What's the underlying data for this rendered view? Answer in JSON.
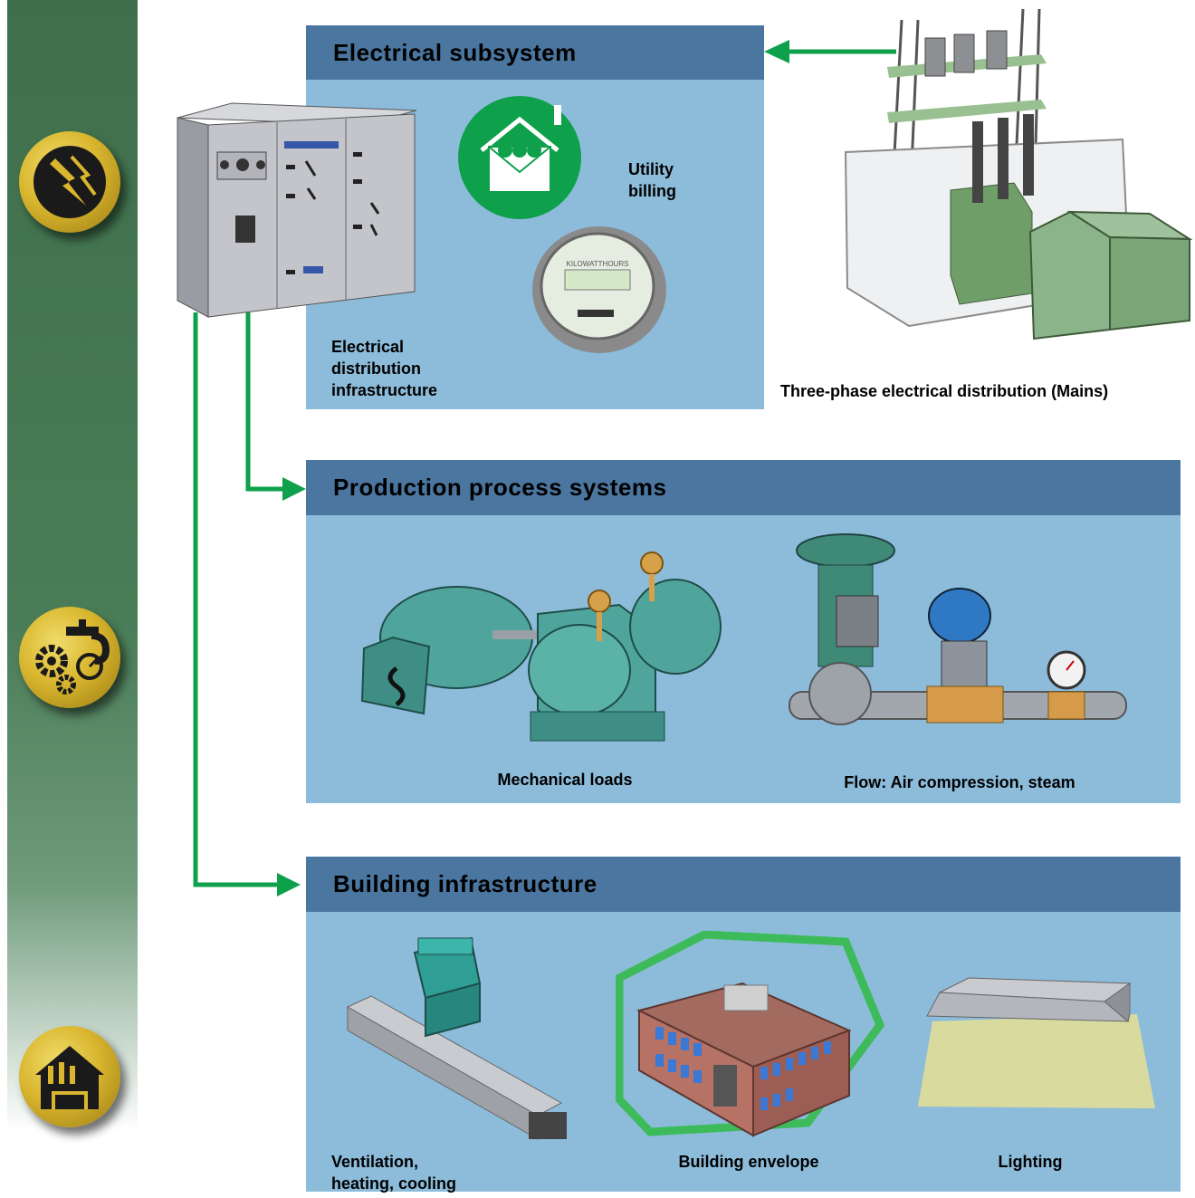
{
  "sections": {
    "electrical": {
      "title": "Electrical subsystem"
    },
    "production": {
      "title": "Production process systems"
    },
    "building": {
      "title": "Building infrastructure"
    }
  },
  "labels": {
    "utility_billing": [
      "Utility",
      "billing"
    ],
    "distribution_infra": [
      "Electrical",
      "distribution",
      "infrastructure"
    ],
    "mains": "Three-phase electrical distribution (Mains)",
    "mechanical_loads": "Mechanical loads",
    "flow": "Flow: Air compression, steam",
    "hvac": [
      "Ventilation,",
      "heating, cooling"
    ],
    "envelope": "Building envelope",
    "lighting": "Lighting"
  },
  "meter": {
    "text": "KILOWATTHOURS"
  },
  "colors": {
    "sidebar": "#4a7d57",
    "panel": "#8dbcdb",
    "panel_header": "#4a76a0",
    "arrow": "#0ea04b",
    "medal": "#d9b62e"
  },
  "icons": {
    "sidebar": [
      "electric-bolt-icon",
      "process-gears-icon",
      "factory-building-icon"
    ]
  }
}
